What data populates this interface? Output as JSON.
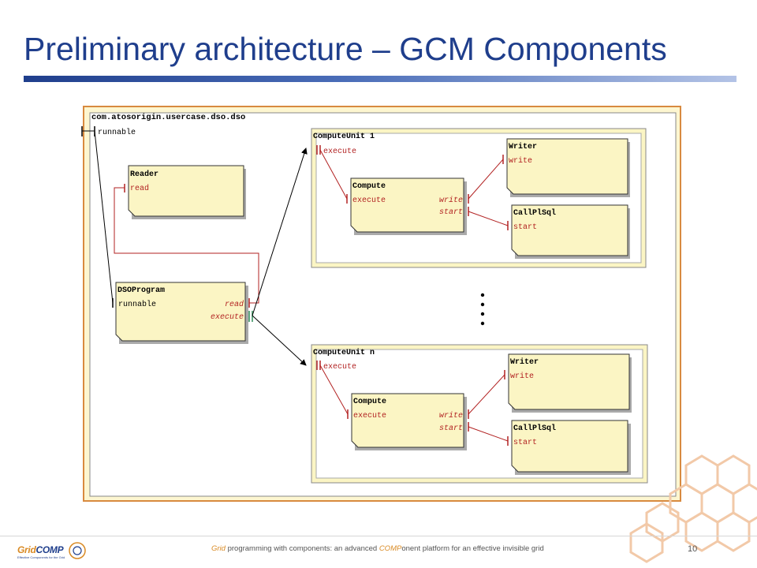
{
  "slide": {
    "title": "Preliminary architecture – GCM Components",
    "page_number": "10"
  },
  "footer": {
    "part1": "Grid",
    "part2": " programming with components: an advanced ",
    "part3": "COMP",
    "part4": "onent platform for an effective invisible grid"
  },
  "logo": {
    "text_grid": "Grid",
    "text_comp": "COMP",
    "tagline": "Effective Components for the Grid"
  },
  "diagram": {
    "root": {
      "name": "com.atosorigin.usercase.dso.dso",
      "port": "runnable"
    },
    "reader": {
      "name": "Reader",
      "port": "read"
    },
    "dsoprogram": {
      "name": "DSOProgram",
      "port_in": "runnable",
      "port_read": "read",
      "port_execute": "execute"
    },
    "cu1": {
      "name": "ComputeUnit 1",
      "port": "execute",
      "compute": {
        "name": "Compute",
        "port_in": "execute",
        "port_write": "write",
        "port_start": "start"
      },
      "writer": {
        "name": "Writer",
        "port": "write"
      },
      "callplsql": {
        "name": "CallPlSql",
        "port": "start"
      }
    },
    "cun": {
      "name": "ComputeUnit n",
      "port": "execute",
      "compute": {
        "name": "Compute",
        "port_in": "execute",
        "port_write": "write",
        "port_start": "start"
      },
      "writer": {
        "name": "Writer",
        "port": "write"
      },
      "callplsql": {
        "name": "CallPlSql",
        "port": "start"
      }
    }
  },
  "colors": {
    "title": "#1f3e8c",
    "component_fill": "#fbf5c4",
    "root_border": "#d88a3f",
    "port_line": "#b22222",
    "accent": "#d98a24"
  }
}
